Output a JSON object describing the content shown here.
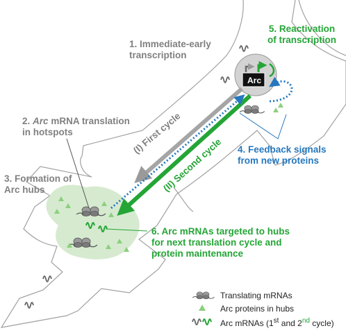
{
  "colors": {
    "gray": "#808080",
    "green": "#24a536",
    "blue": "#2678be",
    "hub_fill": "#d6ead0",
    "outline": "#999999"
  },
  "labels": {
    "step1_line1": "1. Immediate-early",
    "step1_line2": "transcription",
    "step2_line1_num": "2.",
    "step2_line1_italic": "Arc",
    "step2_line1_rest": "mRNA translation",
    "step2_line2": "in hotspots",
    "step3_line1": "3. Formation of",
    "step3_line2": "Arc hubs",
    "step4_line1": "4. Feedback signals",
    "step4_line2": "from new proteins",
    "step5_line1": "5. Reactivation",
    "step5_line2": "of transcription",
    "step6_line1": "6. Arc mRNAs targeted to hubs",
    "step6_line2": "for next translation cycle and",
    "step6_line3": "protein maintenance",
    "first_cycle": "(I) First cycle",
    "second_cycle": "(II) Second cycle",
    "gene": "Arc"
  },
  "legend": {
    "translating": "Translating mRNAs",
    "proteins": "Arc proteins in hubs",
    "mrnas_prefix": "Arc mRNAs (1",
    "sup1": "st",
    "mrnas_mid": " and 2",
    "sup2": "nd",
    "mrnas_suffix": " cycle)"
  }
}
